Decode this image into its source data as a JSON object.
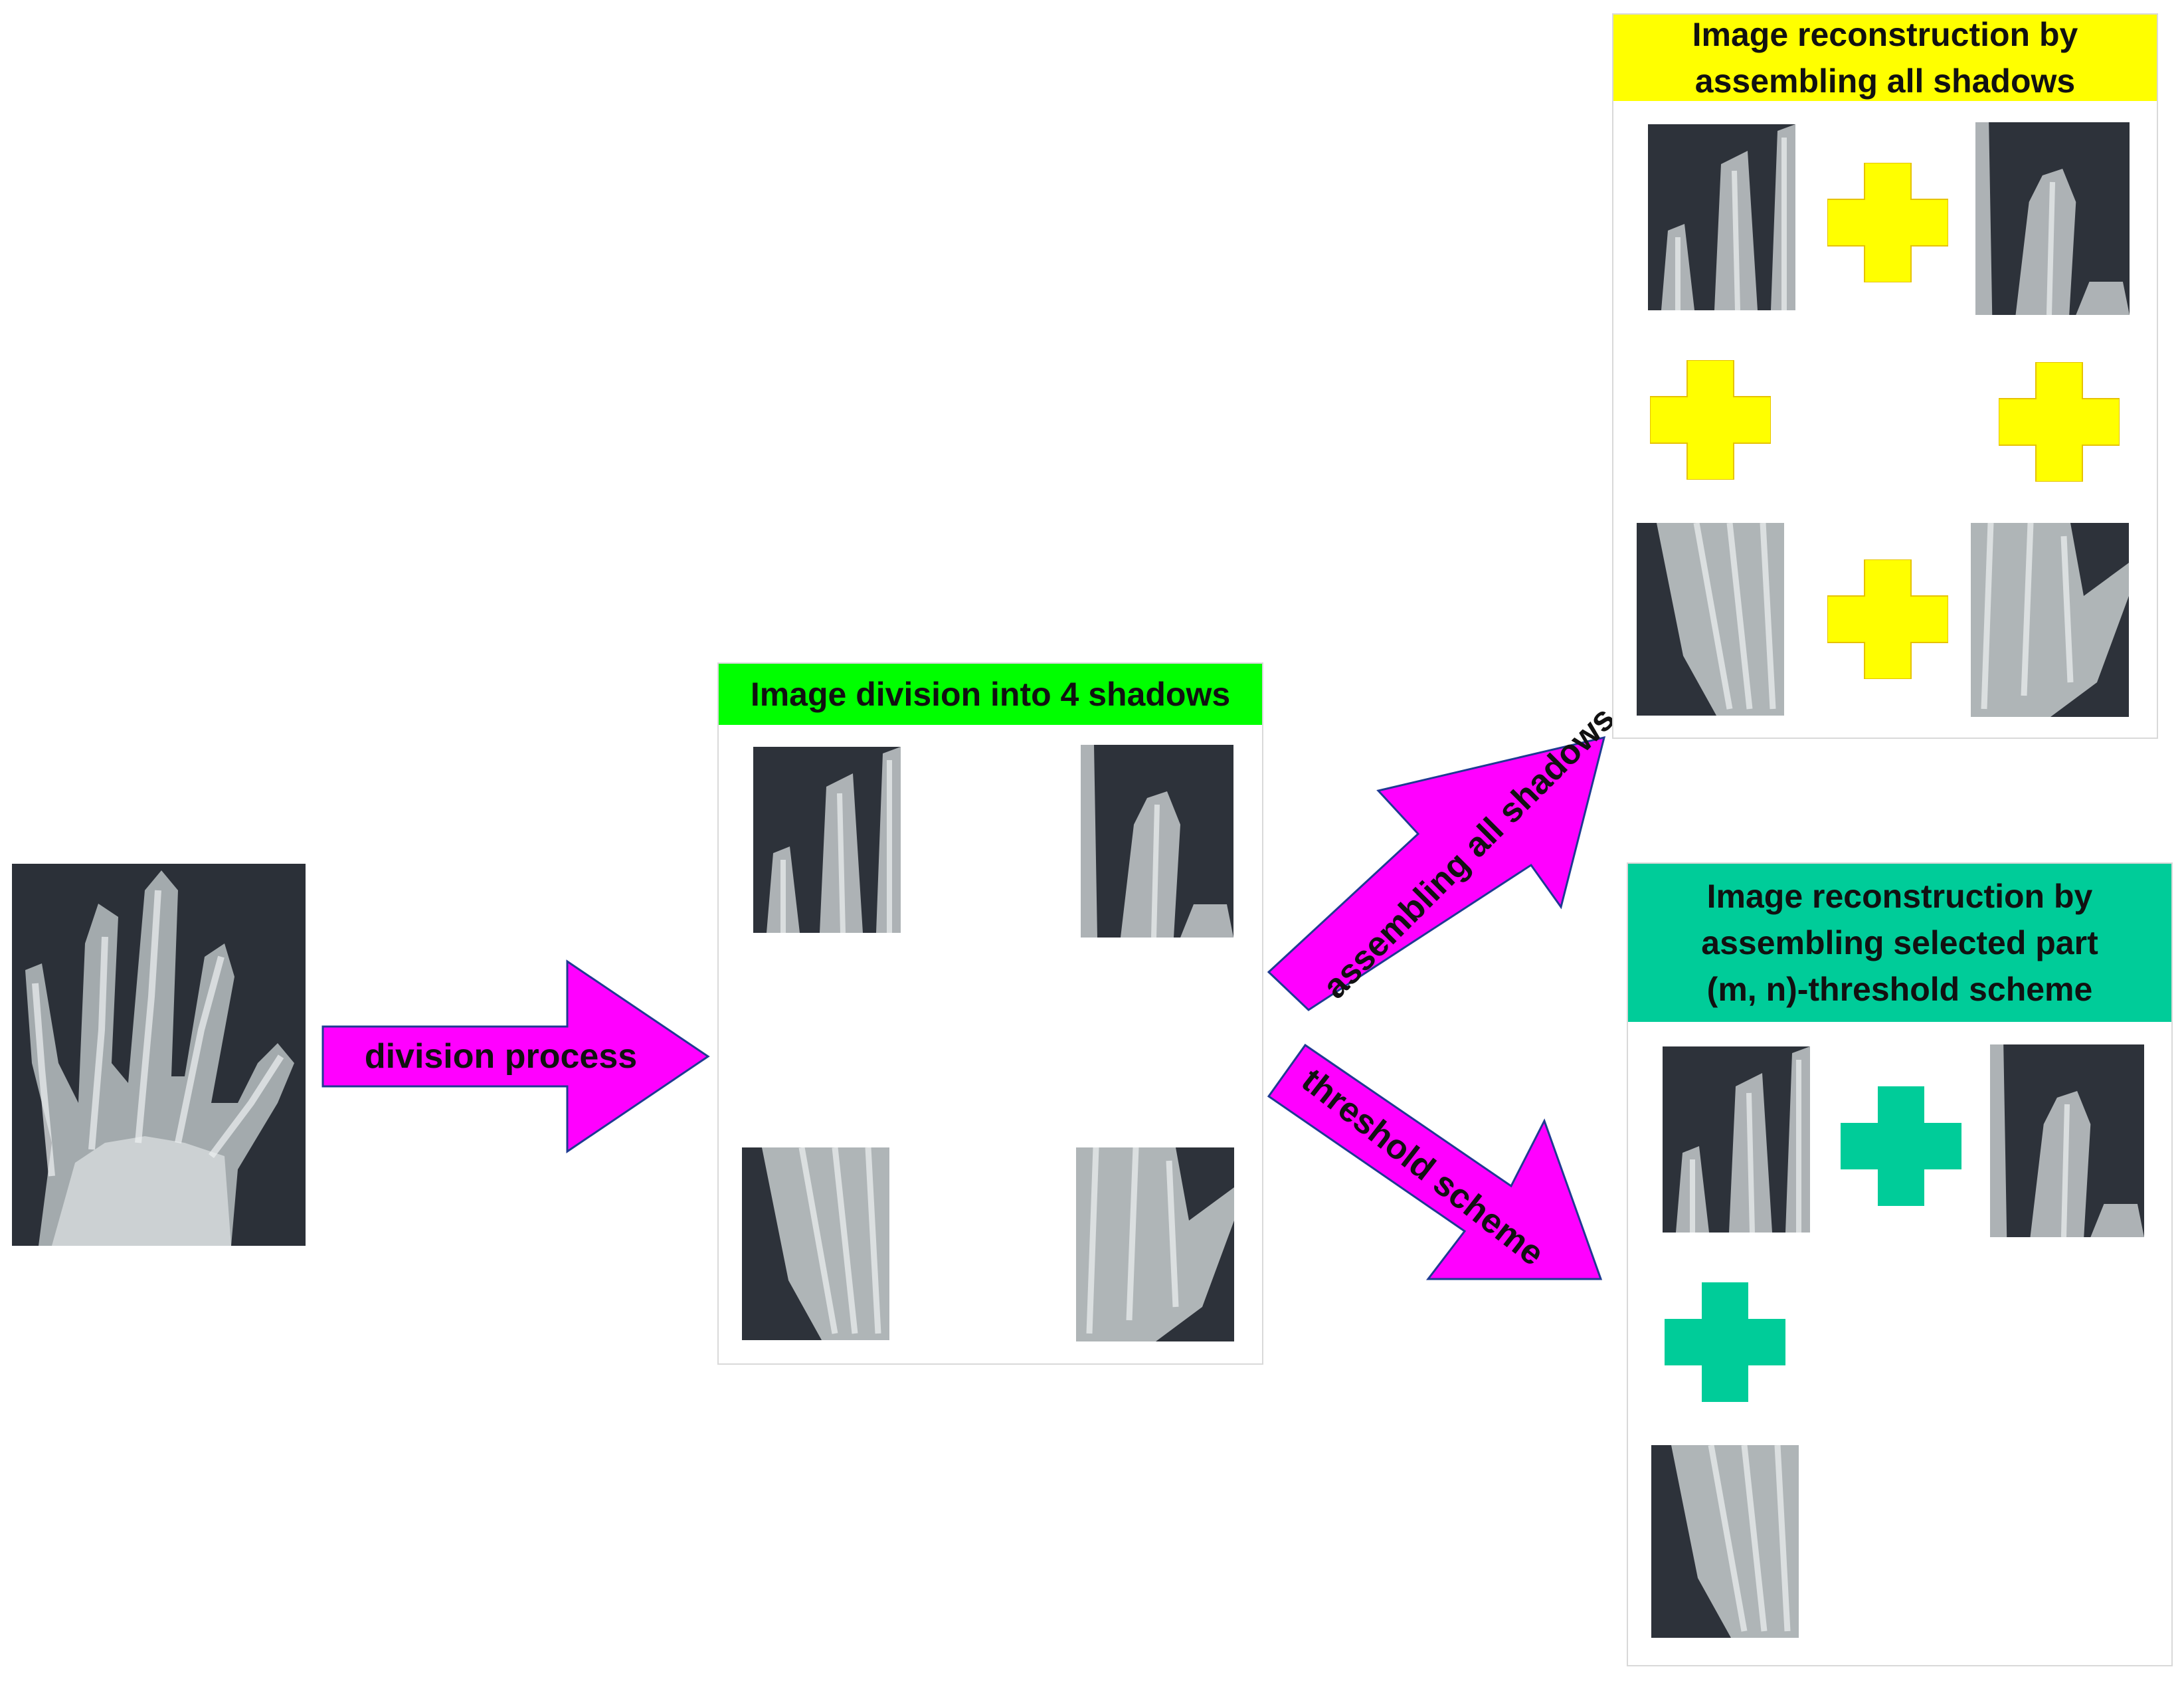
{
  "colors": {
    "arrow_fill": "#ff00ff",
    "arrow_stroke": "#1f3a93",
    "division_header": "#00ff00",
    "all_shadows_header": "#ffff00",
    "selected_header": "#00cc99",
    "plus_yellow": "#ffff00",
    "plus_teal": "#00cc99"
  },
  "arrows": {
    "division": "division process",
    "assemble": "assembling all shadows",
    "threshold": "threshold scheme"
  },
  "panels": {
    "division": {
      "title": "Image division into 4 shadows"
    },
    "all_shadows": {
      "title_line1": "Image reconstruction by",
      "title_line2": "assembling all shadows"
    },
    "selected": {
      "title_line1": "Image reconstruction by",
      "title_line2": "assembling selected part",
      "title_line3": "(m, n)-threshold scheme"
    }
  },
  "images": {
    "original": "hand-xray",
    "shadows": [
      "shadow-top-left",
      "shadow-top-right",
      "shadow-bottom-left",
      "shadow-bottom-right"
    ]
  },
  "icons": {
    "plus": "plus-icon"
  }
}
